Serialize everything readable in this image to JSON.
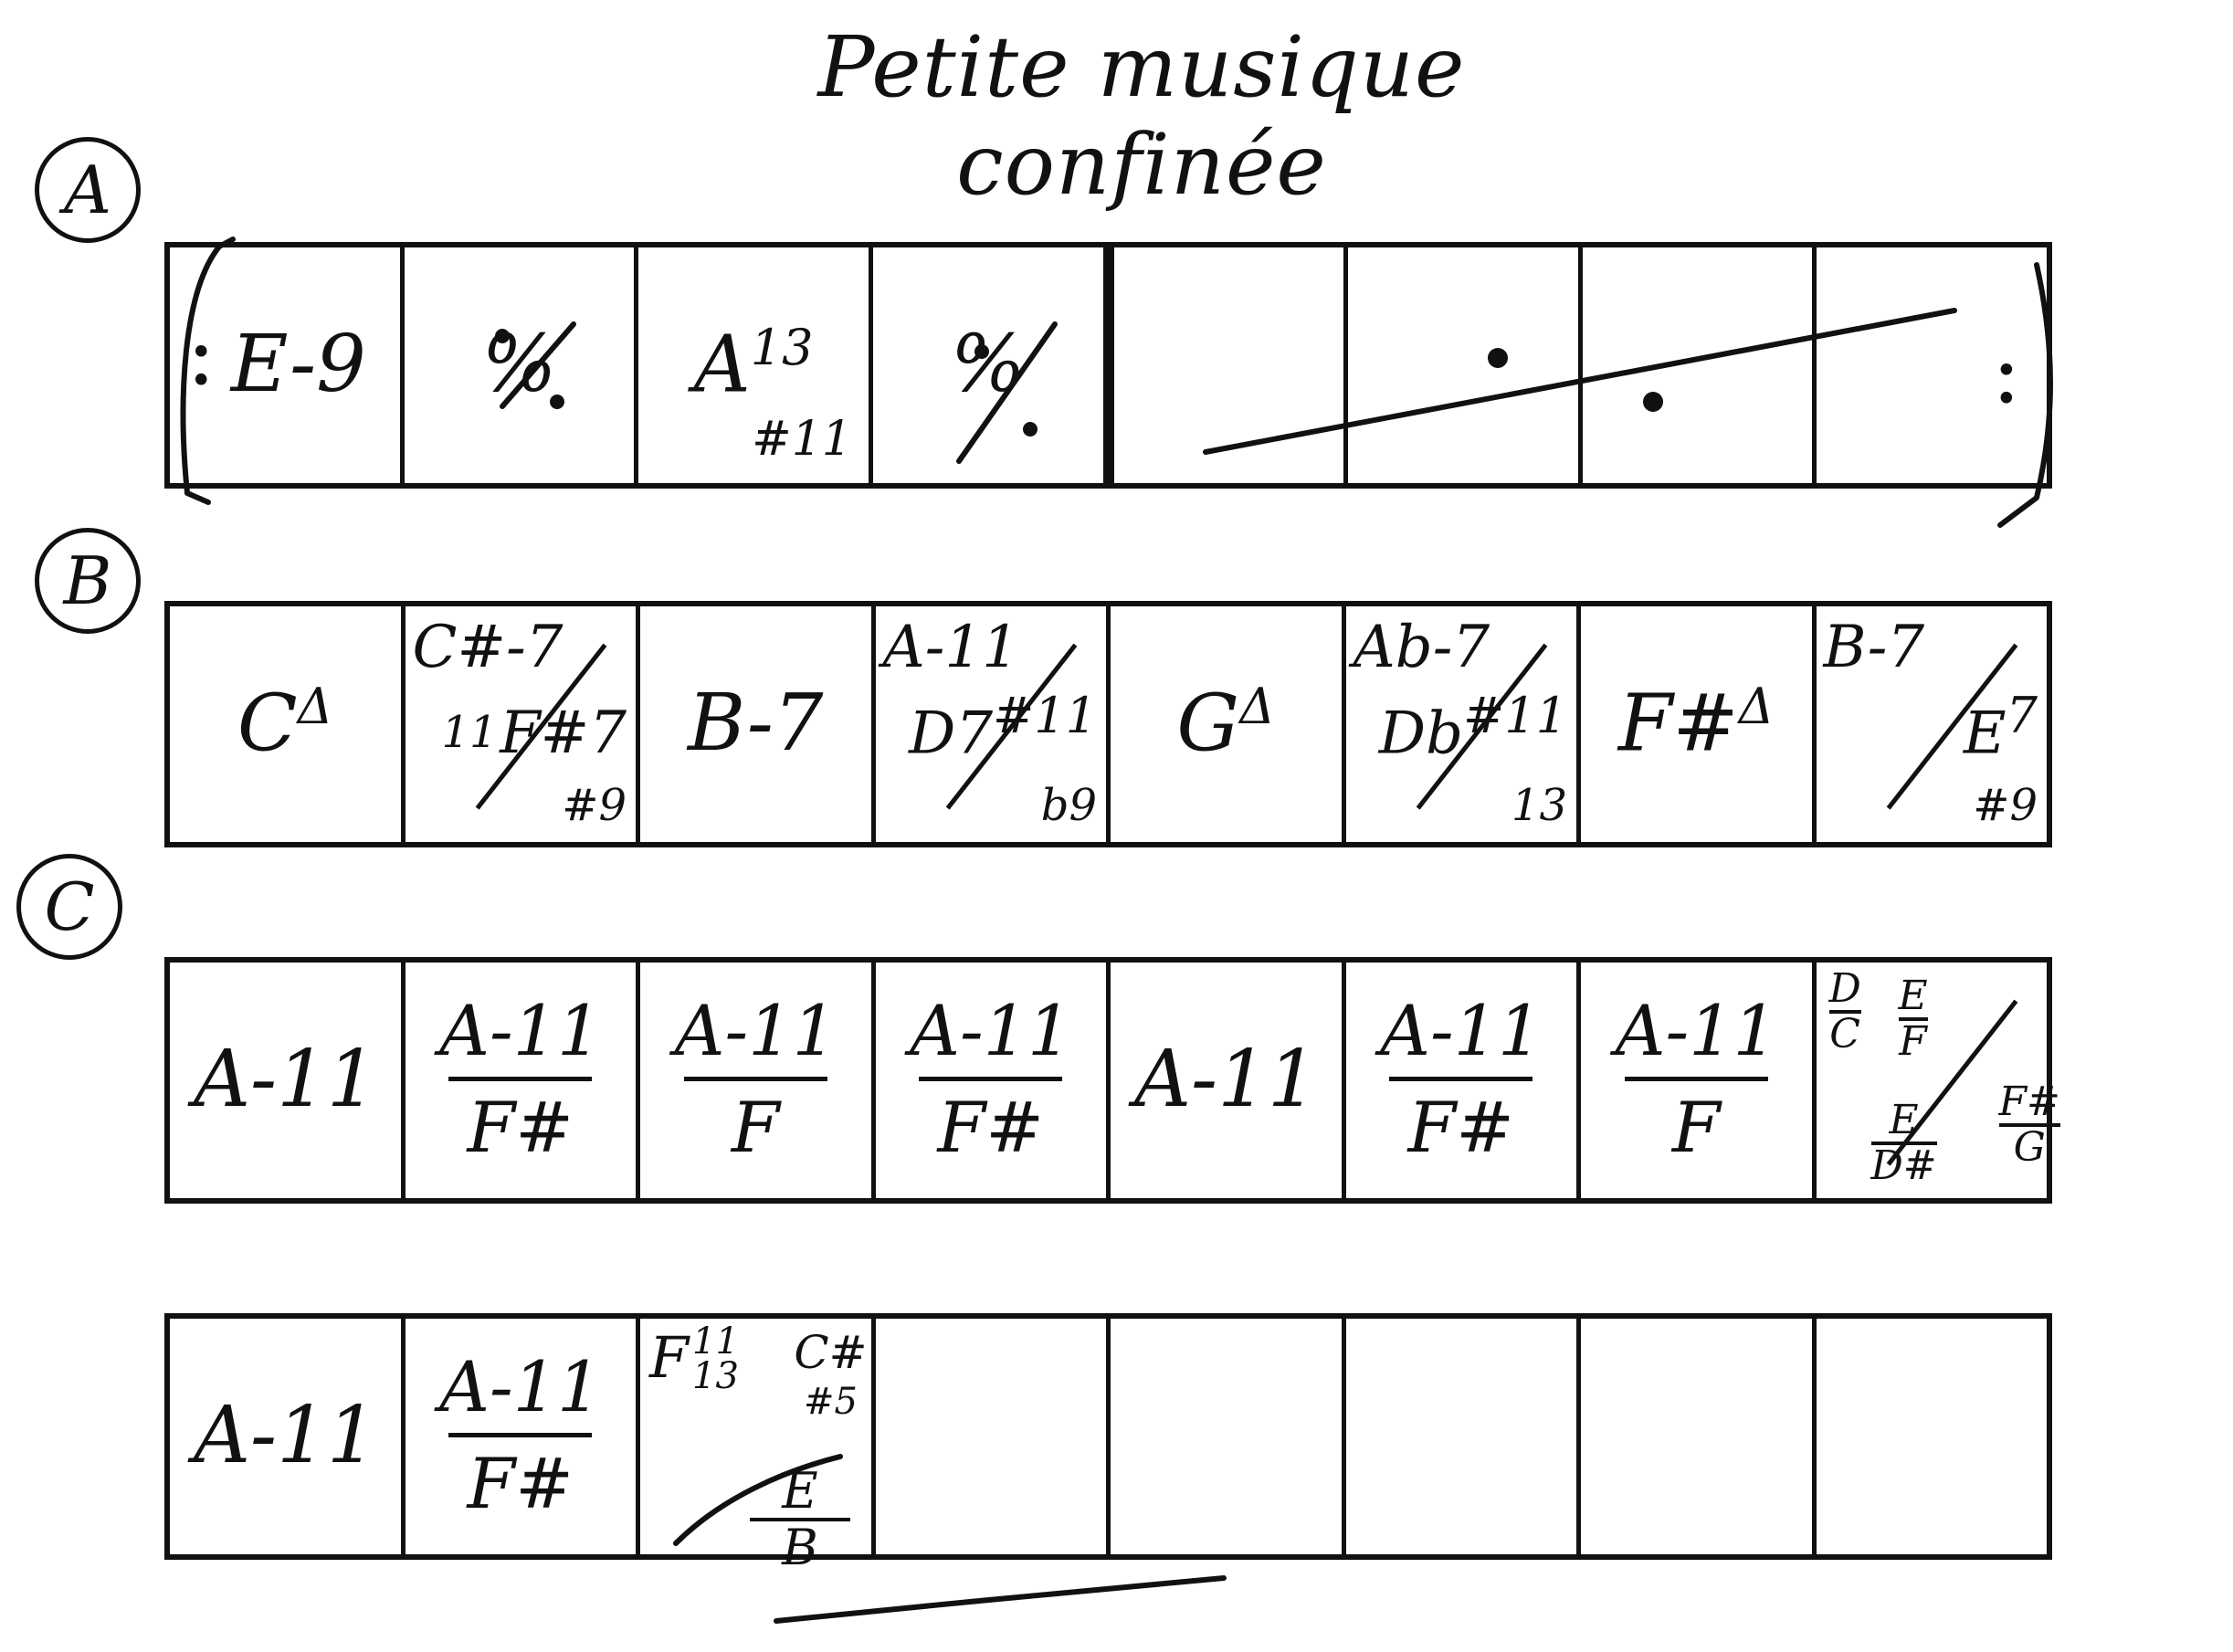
{
  "title": "Petite musique confinée",
  "sections": {
    "a": "A",
    "b": "B",
    "c": "C"
  },
  "row_a": {
    "c1": "E-9",
    "c2": "%",
    "c3_root": "A",
    "c3_ext_top": "13",
    "c3_ext_bot": "#11",
    "c4": "%"
  },
  "row_b": {
    "c1_root": "C",
    "c1_q": "Δ",
    "c2_top": "C#-7",
    "c2_top_ext": "11",
    "c2_bot": "F#7",
    "c2_bot_ext": "#9",
    "c3": "B-7",
    "c4_top": "A-11",
    "c4_bot": "D7",
    "c4_bot_ext_top": "#11",
    "c4_bot_ext_bot": "b9",
    "c5_root": "G",
    "c5_q": "Δ",
    "c6_top": "Ab-7",
    "c6_bot": "Db",
    "c6_bot_ext_top": "#11",
    "c6_bot_ext_bot": "13",
    "c7_root": "F#",
    "c7_q": "Δ",
    "c8_top": "B-7",
    "c8_bot": "E",
    "c8_bot_ext_top": "7",
    "c8_bot_ext_bot": "#9"
  },
  "row_c": {
    "c1": "A-11",
    "c2_num": "A-11",
    "c2_den": "F#",
    "c3_num": "A-11",
    "c3_den": "F",
    "c4_num": "A-11",
    "c4_den": "F#",
    "c5": "A-11",
    "c6_num": "A-11",
    "c6_den": "F#",
    "c7_num": "A-11",
    "c7_den": "F",
    "c8_a_num": "D",
    "c8_a_den": "C",
    "c8_b_num": "E",
    "c8_b_den": "F",
    "c8_c_num": "E",
    "c8_c_den": "D#",
    "c8_d_num": "F#",
    "c8_d_den": "G"
  },
  "row_d": {
    "c1": "A-11",
    "c2_num": "A-11",
    "c2_den": "F#",
    "c3_f": "F",
    "c3_f_top": "11",
    "c3_f_bot": "13",
    "c3_cs": "C#",
    "c3_cs_ext": "#5",
    "c3_num": "E",
    "c3_den": "B"
  }
}
